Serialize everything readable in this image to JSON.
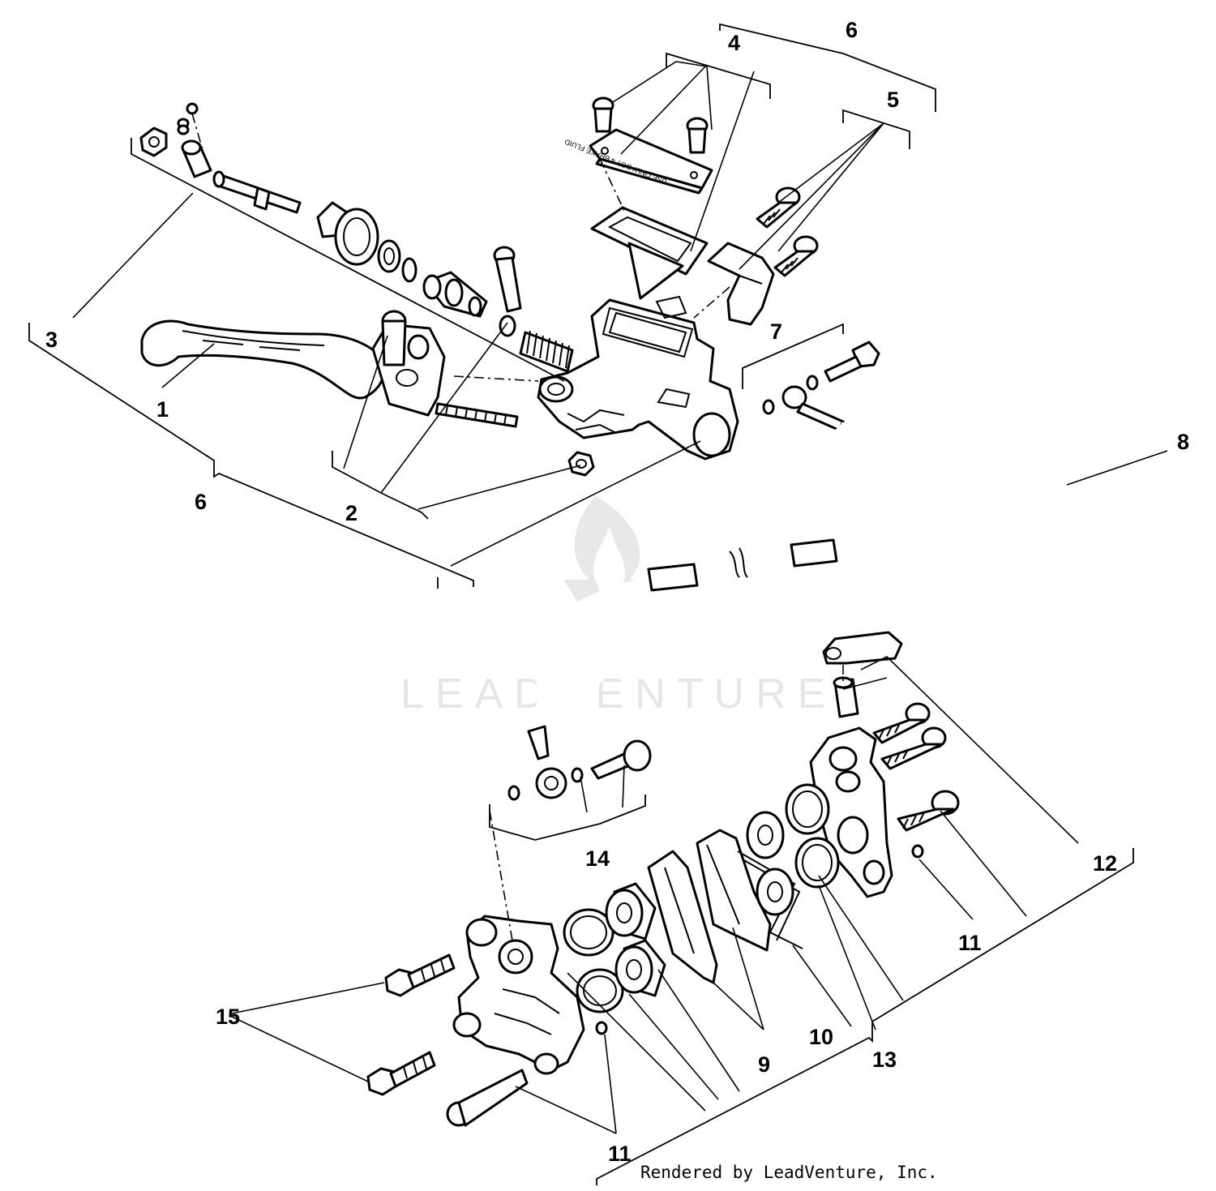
{
  "watermark": {
    "text": "LEADVENTURE"
  },
  "footer": {
    "credit": "Rendered by LeadVenture, Inc."
  },
  "cap_lettering": "USE ONLY DOT 4 BRAKE FLUID",
  "callouts": {
    "c1": "1",
    "c2": "2",
    "c3": "3",
    "c4": "4",
    "c5": "5",
    "c6_top": "6",
    "c6_left": "6",
    "c7": "7",
    "c8": "8",
    "c9": "9",
    "c10": "10",
    "c11_right": "11",
    "c11_bottom": "11",
    "c12": "12",
    "c13": "13",
    "c14": "14",
    "c15": "15"
  }
}
